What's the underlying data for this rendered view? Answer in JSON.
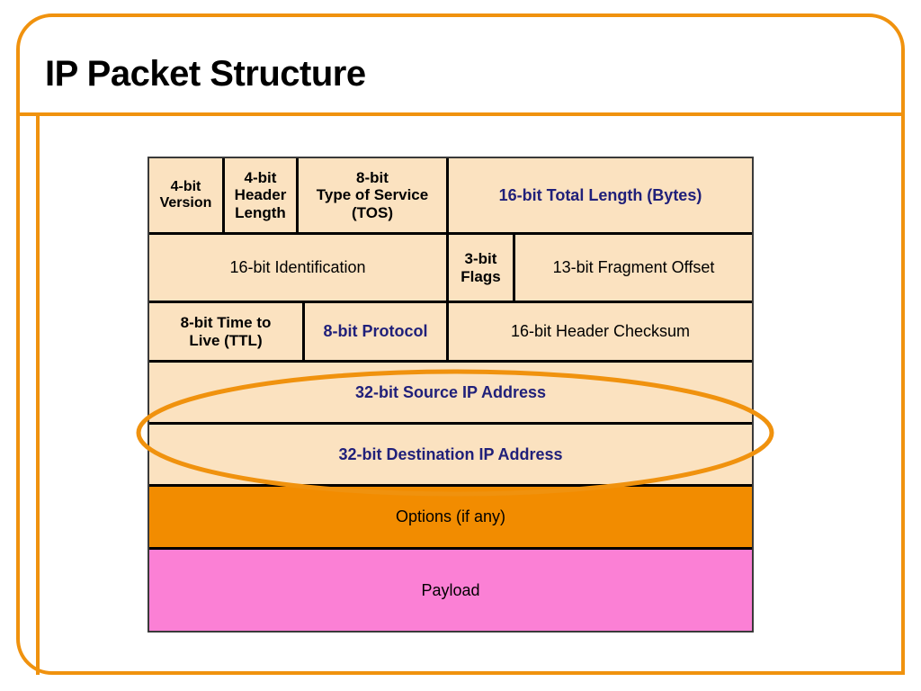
{
  "slide": {
    "title": "IP Packet Structure",
    "accent_color": "#F0920E",
    "header_field_bg": "#FBE2C0",
    "options_bg": "#F28C00",
    "payload_bg": "#FB80D5",
    "highlight_color": "#20207A"
  },
  "diagram": {
    "type": "packet-layout",
    "rows": [
      {
        "name": "row-1",
        "cells": [
          {
            "label": "4-bit\nVersion",
            "emphasis": "bold-black"
          },
          {
            "label": "4-bit\nHeader\nLength",
            "emphasis": "bold-black"
          },
          {
            "label": "8-bit\nType of Service\n(TOS)",
            "emphasis": "bold-black"
          },
          {
            "label": "16-bit Total Length (Bytes)",
            "emphasis": "bold-navy"
          }
        ]
      },
      {
        "name": "row-2",
        "cells": [
          {
            "label": "16-bit Identification",
            "emphasis": "regular-black"
          },
          {
            "label": "3-bit\nFlags",
            "emphasis": "bold-black"
          },
          {
            "label": "13-bit Fragment Offset",
            "emphasis": "regular-black"
          }
        ]
      },
      {
        "name": "row-3",
        "cells": [
          {
            "label": "8-bit Time to\nLive (TTL)",
            "emphasis": "bold-black"
          },
          {
            "label": "8-bit Protocol",
            "emphasis": "bold-navy"
          },
          {
            "label": "16-bit Header Checksum",
            "emphasis": "regular-black"
          }
        ]
      },
      {
        "name": "row-4",
        "cells": [
          {
            "label": "32-bit Source IP Address",
            "emphasis": "bold-navy"
          }
        ]
      },
      {
        "name": "row-5",
        "cells": [
          {
            "label": "32-bit Destination IP Address",
            "emphasis": "bold-navy"
          }
        ]
      },
      {
        "name": "row-options",
        "cells": [
          {
            "label": "Options (if any)",
            "emphasis": "regular-black"
          }
        ]
      },
      {
        "name": "row-payload",
        "cells": [
          {
            "label": "Payload",
            "emphasis": "regular-black"
          }
        ]
      }
    ],
    "annotation": {
      "shape": "ellipse",
      "encircles": [
        "32-bit Source IP Address",
        "32-bit Destination IP Address"
      ]
    }
  },
  "labels": {
    "version": "4-bit\nVersion",
    "header_length": "4-bit\nHeader\nLength",
    "tos": "8-bit\nType of Service\n(TOS)",
    "total_length": "16-bit Total Length (Bytes)",
    "identification": "16-bit Identification",
    "flags": "3-bit\nFlags",
    "fragment_offset": "13-bit Fragment Offset",
    "ttl": "8-bit Time to\nLive (TTL)",
    "protocol": "8-bit Protocol",
    "header_checksum": "16-bit Header Checksum",
    "source_ip": "32-bit Source IP Address",
    "destination_ip": "32-bit Destination IP Address",
    "options": "Options (if any)",
    "payload": "Payload"
  }
}
